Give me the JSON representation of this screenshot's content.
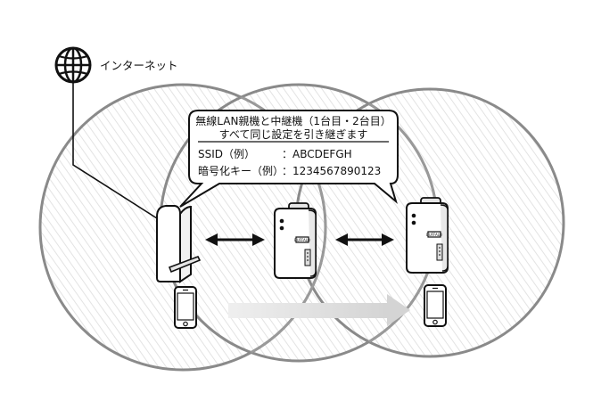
{
  "internet": {
    "label": "インターネット",
    "icon": "globe-icon"
  },
  "callout": {
    "line1": "無線LAN親機と中継機（1台目・2台目）",
    "line2": "すべて同じ設定を引き継ぎます",
    "ssid_label": "SSID（例）",
    "ssid_value": "：ABCDEFGH",
    "key_label": "暗号化キー（例）",
    "key_value": "：1234567890123"
  },
  "devices": {
    "router_icon": "wireless-router-icon",
    "extender_icon": "wifi-extender-icon",
    "extender_brand": "BUFFALO",
    "phone_icon": "smartphone-icon",
    "link_icon": "double-arrow-icon",
    "roam_icon": "movement-arrow-icon"
  },
  "colors": {
    "outline": "#8a8a8a",
    "hatch": "#e6e6e6",
    "stroke": "#111111",
    "roam_arrow": "#d9d9d9"
  }
}
